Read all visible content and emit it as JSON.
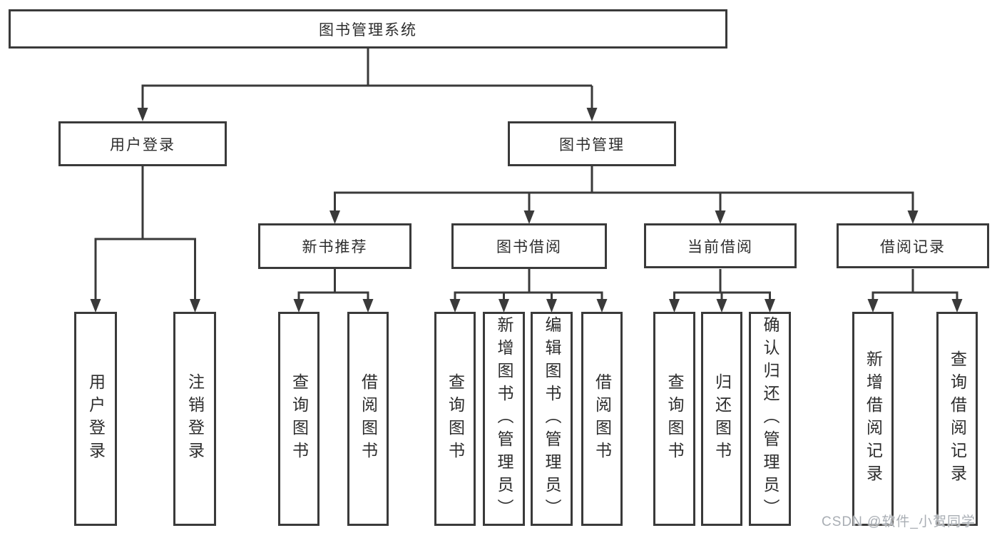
{
  "colors": {
    "line": "#3a3a3a",
    "box_border": "#3a3a3a",
    "text": "#2d2d2d",
    "background": "#ffffff",
    "watermark": "#a9aeb4"
  },
  "tree": {
    "label": "图书管理系统",
    "children": [
      {
        "label": "用户登录",
        "children": [
          {
            "label": "用户登录"
          },
          {
            "label": "注销登录"
          }
        ]
      },
      {
        "label": "图书管理",
        "children": [
          {
            "label": "新书推荐",
            "children": [
              {
                "label": "查询图书"
              },
              {
                "label": "借阅图书"
              }
            ]
          },
          {
            "label": "图书借阅",
            "children": [
              {
                "label": "查询图书"
              },
              {
                "label": "新增图书（管理员）"
              },
              {
                "label": "编辑图书（管理员）"
              },
              {
                "label": "借阅图书"
              }
            ]
          },
          {
            "label": "当前借阅",
            "children": [
              {
                "label": "查询图书"
              },
              {
                "label": "归还图书"
              },
              {
                "label": "确认归还（管理员）"
              }
            ]
          },
          {
            "label": "借阅记录",
            "children": [
              {
                "label": "新增借阅记录"
              },
              {
                "label": "查询借阅记录"
              }
            ]
          }
        ]
      }
    ]
  },
  "watermark": {
    "text": "CSDN @软件_小贺同学"
  }
}
